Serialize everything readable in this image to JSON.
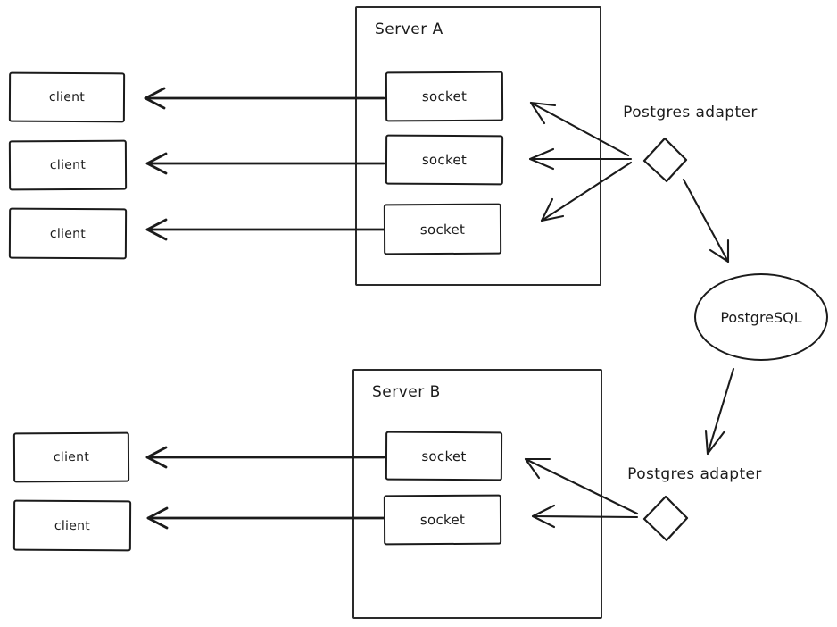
{
  "canvas": {
    "background": "#ffffff",
    "ink": "#1b1b1b"
  },
  "groups": [
    {
      "server": {
        "label": "Server A"
      },
      "sockets": [
        "socket",
        "socket",
        "socket"
      ],
      "clients": [
        "client",
        "client",
        "client"
      ],
      "adapter": {
        "label": "Postgres adapter"
      }
    },
    {
      "server": {
        "label": "Server B"
      },
      "sockets": [
        "socket",
        "socket"
      ],
      "clients": [
        "client",
        "client"
      ],
      "adapter": {
        "label": "Postgres adapter"
      }
    }
  ],
  "database": {
    "label": "PostgreSQL"
  }
}
